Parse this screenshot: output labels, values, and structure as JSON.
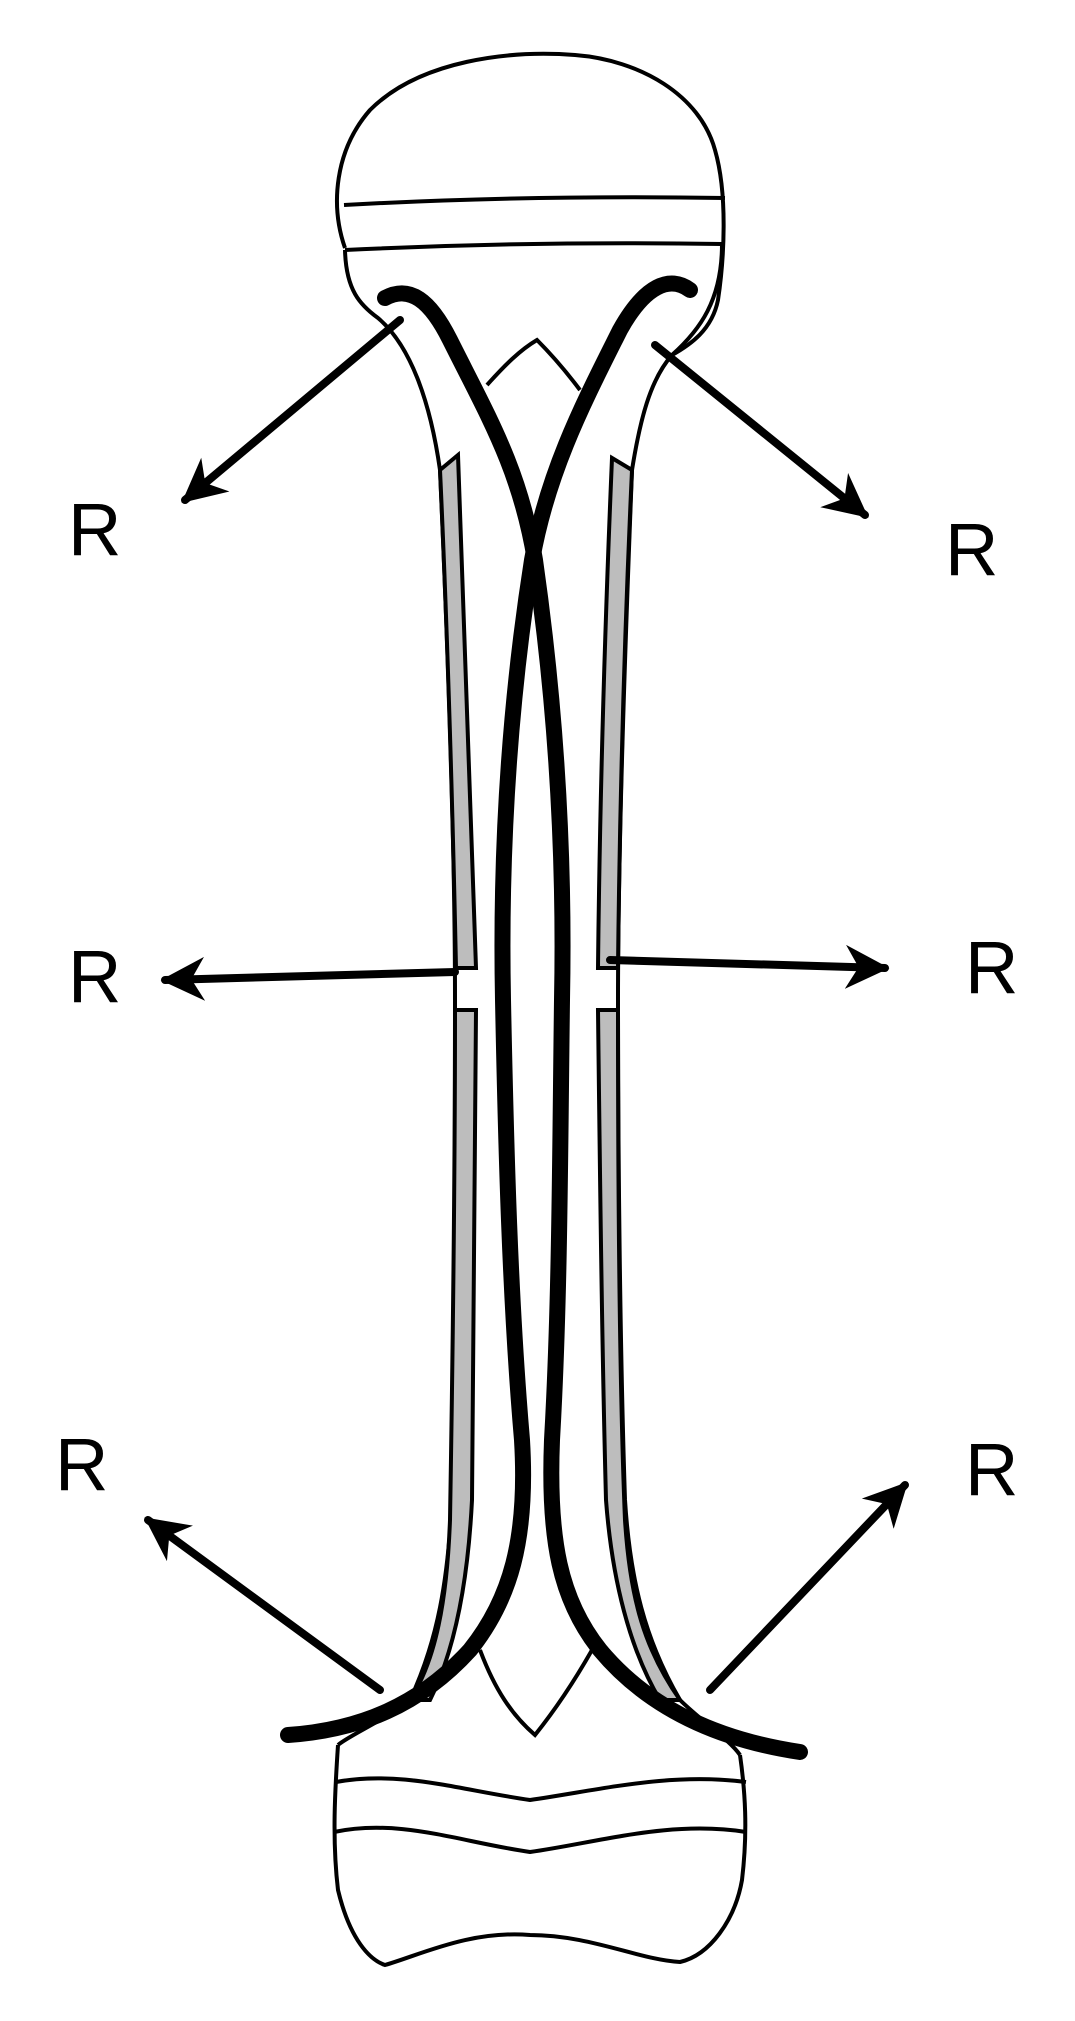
{
  "diagram": {
    "colors": {
      "ink": "#000000",
      "shade": "#bdbdbd",
      "background": "#ffffff"
    },
    "labels": {
      "top_left": "R",
      "top_right": "R",
      "middle_left": "R",
      "middle_right": "R",
      "bottom_left": "R",
      "bottom_right": "R"
    }
  }
}
